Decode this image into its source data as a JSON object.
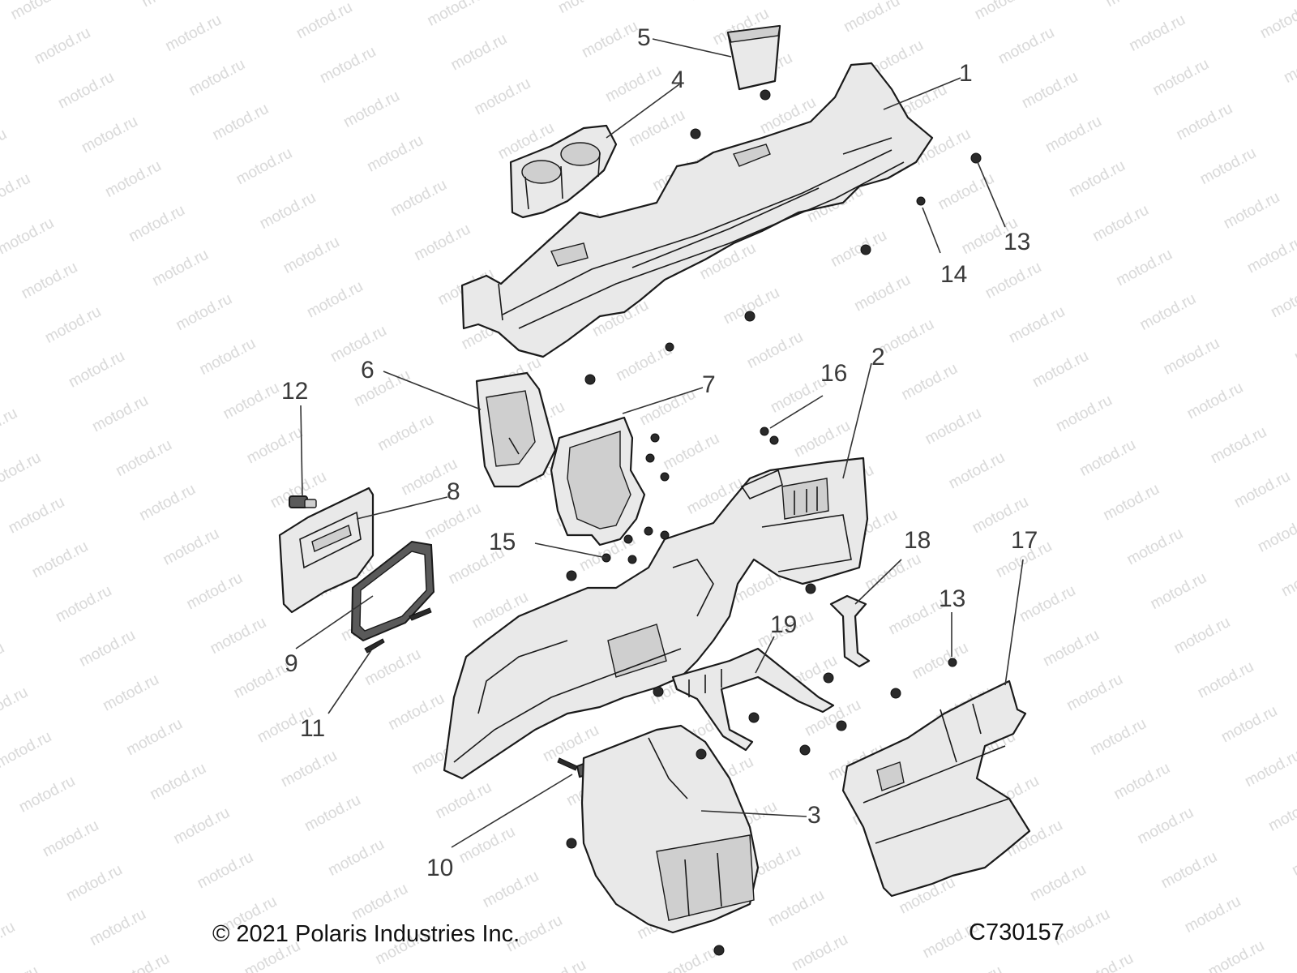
{
  "callouts": [
    {
      "id": "1",
      "text": "1"
    },
    {
      "id": "2",
      "text": "2"
    },
    {
      "id": "3",
      "text": "3"
    },
    {
      "id": "4",
      "text": "4"
    },
    {
      "id": "5",
      "text": "5"
    },
    {
      "id": "6",
      "text": "6"
    },
    {
      "id": "7",
      "text": "7"
    },
    {
      "id": "8",
      "text": "8"
    },
    {
      "id": "9",
      "text": "9"
    },
    {
      "id": "10",
      "text": "10"
    },
    {
      "id": "11",
      "text": "11"
    },
    {
      "id": "12",
      "text": "12"
    },
    {
      "id": "13a",
      "text": "13"
    },
    {
      "id": "13b",
      "text": "13"
    },
    {
      "id": "14",
      "text": "14"
    },
    {
      "id": "15",
      "text": "15"
    },
    {
      "id": "16",
      "text": "16"
    },
    {
      "id": "17",
      "text": "17"
    },
    {
      "id": "18",
      "text": "18"
    },
    {
      "id": "19",
      "text": "19"
    }
  ],
  "footer": {
    "copyright": "© 2021 Polaris Industries Inc.",
    "diagram_id": "C730157"
  },
  "watermark": "motod.ru"
}
